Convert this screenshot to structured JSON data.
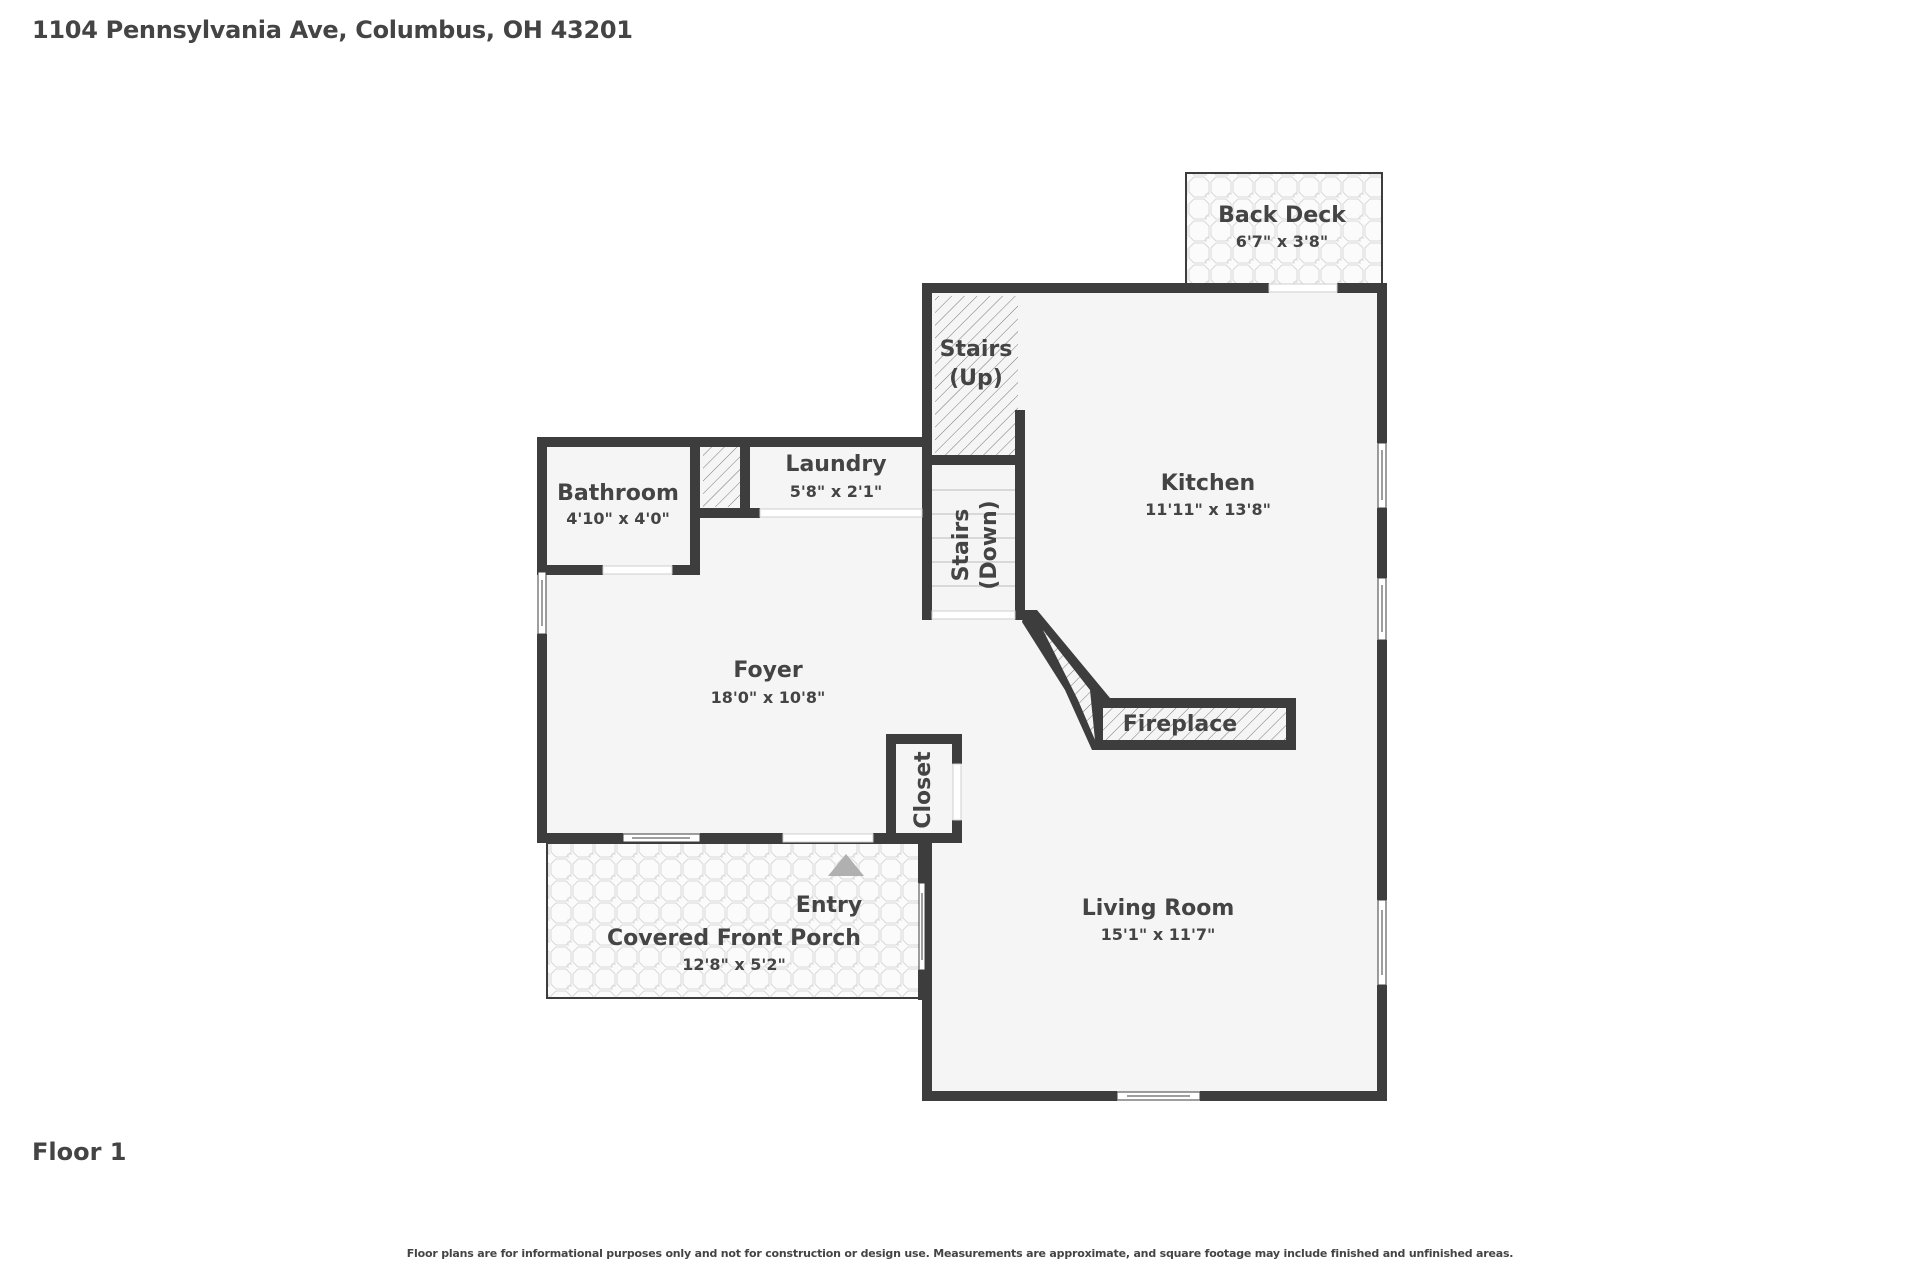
{
  "header": {
    "address": "1104 Pennsylvania Ave, Columbus, OH 43201"
  },
  "floor": {
    "label": "Floor 1"
  },
  "footer": {
    "disclaimer": "Floor plans are for informational purposes only and not for construction or design use. Measurements are approximate, and square footage may include finished and unfinished areas."
  },
  "colors": {
    "wall": "#3d3d3d",
    "floor": "#f5f5f5",
    "text": "#444444",
    "pattern_line": "#d9d9d9",
    "entry_marker": "#b0b0b0"
  },
  "rooms": {
    "back_deck": {
      "name": "Back Deck",
      "dims": "6'7\" x 3'8\""
    },
    "stairs_up": {
      "name_line1": "Stairs",
      "name_line2": "(Up)"
    },
    "stairs_down": {
      "name_line1": "Stairs",
      "name_line2": "(Down)"
    },
    "kitchen": {
      "name": "Kitchen",
      "dims": "11'11\" x 13'8\""
    },
    "bathroom": {
      "name": "Bathroom",
      "dims": "4'10\" x 4'0\""
    },
    "laundry": {
      "name": "Laundry",
      "dims": "5'8\" x 2'1\""
    },
    "foyer": {
      "name": "Foyer",
      "dims": "18'0\" x 10'8\""
    },
    "fireplace": {
      "name": "Fireplace"
    },
    "closet": {
      "name": "Closet"
    },
    "entry": {
      "name": "Entry"
    },
    "porch": {
      "name": "Covered Front Porch",
      "dims": "12'8\" x 5'2\""
    },
    "living_room": {
      "name": "Living Room",
      "dims": "15'1\" x 11'7\""
    }
  }
}
